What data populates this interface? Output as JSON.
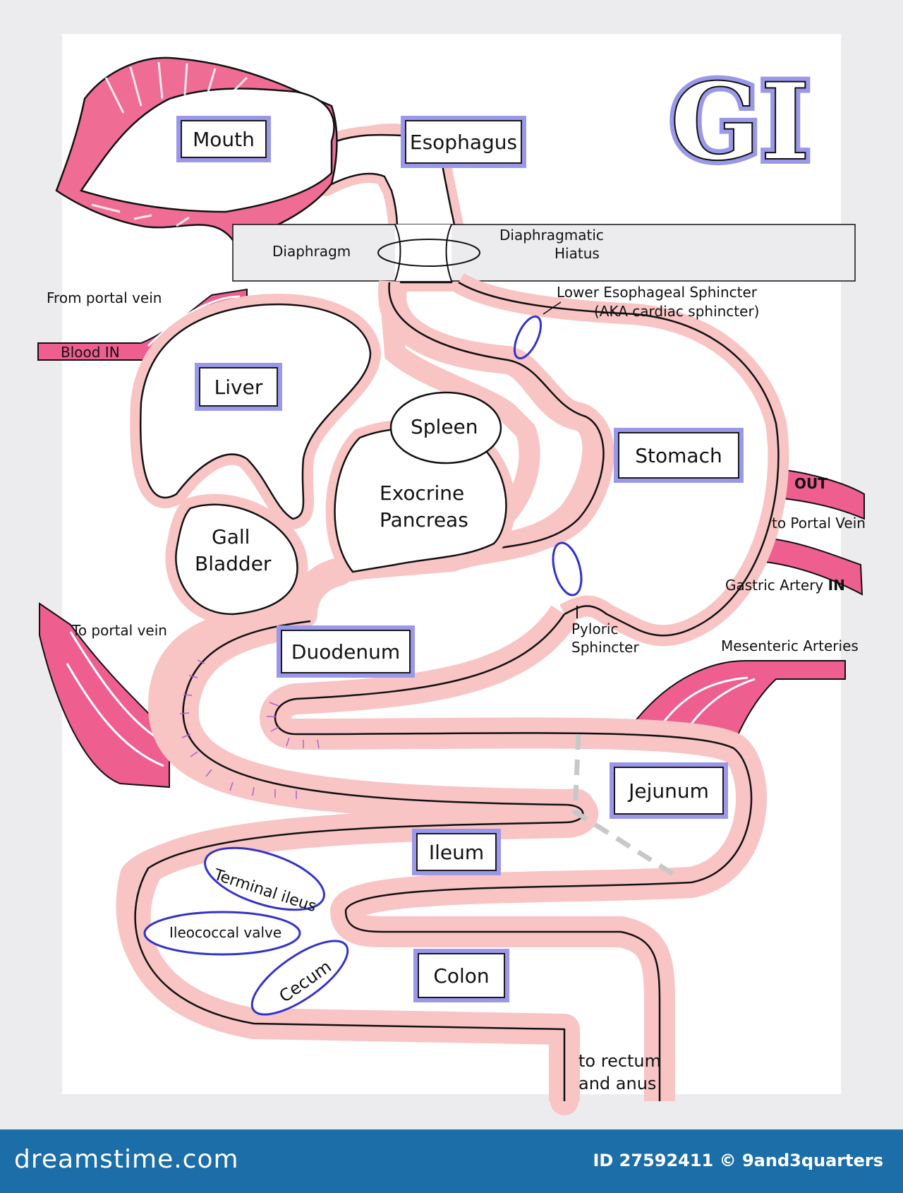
{
  "title": "GI",
  "labels": {
    "mouth": "Mouth",
    "esophagus": "Esophagus",
    "liver": "Liver",
    "stomach": "Stomach",
    "duodenum": "Duodenum",
    "jejunum": "Jejunum",
    "ileum": "Ileum",
    "colon": "Colon"
  },
  "text": {
    "diaphragm": "Diaphragm",
    "diaphragmatic_hiatus_1": "Diaphragmatic",
    "diaphragmatic_hiatus_2": "Hiatus",
    "les_1": "Lower Esophageal Sphincter",
    "les_2": "(AKA cardiac sphincter)",
    "from_portal_vein": "From portal vein",
    "blood_in": "Blood IN",
    "spleen": "Spleen",
    "exocrine_1": "Exocrine",
    "exocrine_2": "Pancreas",
    "gall_1": "Gall",
    "gall_2": "Bladder",
    "out": "OUT",
    "to_portal_vein_right": "to Portal Vein",
    "gastric_artery": "Gastric Artery",
    "gastric_in": "IN",
    "pyloric_1": "Pyloric",
    "pyloric_2": "Sphincter",
    "to_portal_vein_left": "To portal vein",
    "mesenteric": "Mesenteric Arteries",
    "terminal_ileus": "Terminal ileus",
    "ileococcal_valve": "Ileococcal valve",
    "cecum": "Cecum",
    "rectum_1": "to rectum",
    "rectum_2": "and anus"
  },
  "footer": {
    "brand": "dreamstime.com",
    "credit": "ID 27592411 © 9and3quarters"
  },
  "colors": {
    "tube_outline": "#f8c4c4",
    "vessel": "#ee5f8f",
    "label_border": "#9b98ea",
    "sphincter": "#3333cc",
    "villi": "#b060d0",
    "footer": "#1b6ea8"
  }
}
